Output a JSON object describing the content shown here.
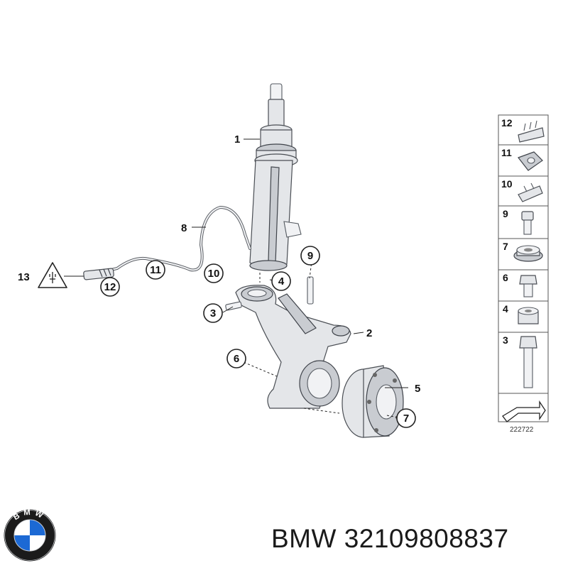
{
  "diagram": {
    "code": "222722",
    "callouts": [
      {
        "id": "1",
        "style": "plain"
      },
      {
        "id": "2",
        "style": "plain"
      },
      {
        "id": "3",
        "style": "circled"
      },
      {
        "id": "4",
        "style": "circled"
      },
      {
        "id": "5",
        "style": "plain"
      },
      {
        "id": "6",
        "style": "circled"
      },
      {
        "id": "7",
        "style": "circled"
      },
      {
        "id": "8",
        "style": "plain"
      },
      {
        "id": "9",
        "style": "circled"
      },
      {
        "id": "10",
        "style": "circled"
      },
      {
        "id": "11",
        "style": "circled"
      },
      {
        "id": "12",
        "style": "circled"
      },
      {
        "id": "13",
        "style": "plain"
      }
    ],
    "side_panel": [
      "12",
      "11",
      "10",
      "9",
      "7",
      "6",
      "4",
      "3"
    ]
  },
  "brand": {
    "logo_text": "BMW",
    "catalog_number": "BMW 32109808837",
    "colors": {
      "logo_blue": "#1c69d4",
      "logo_ring": "#111111"
    }
  }
}
